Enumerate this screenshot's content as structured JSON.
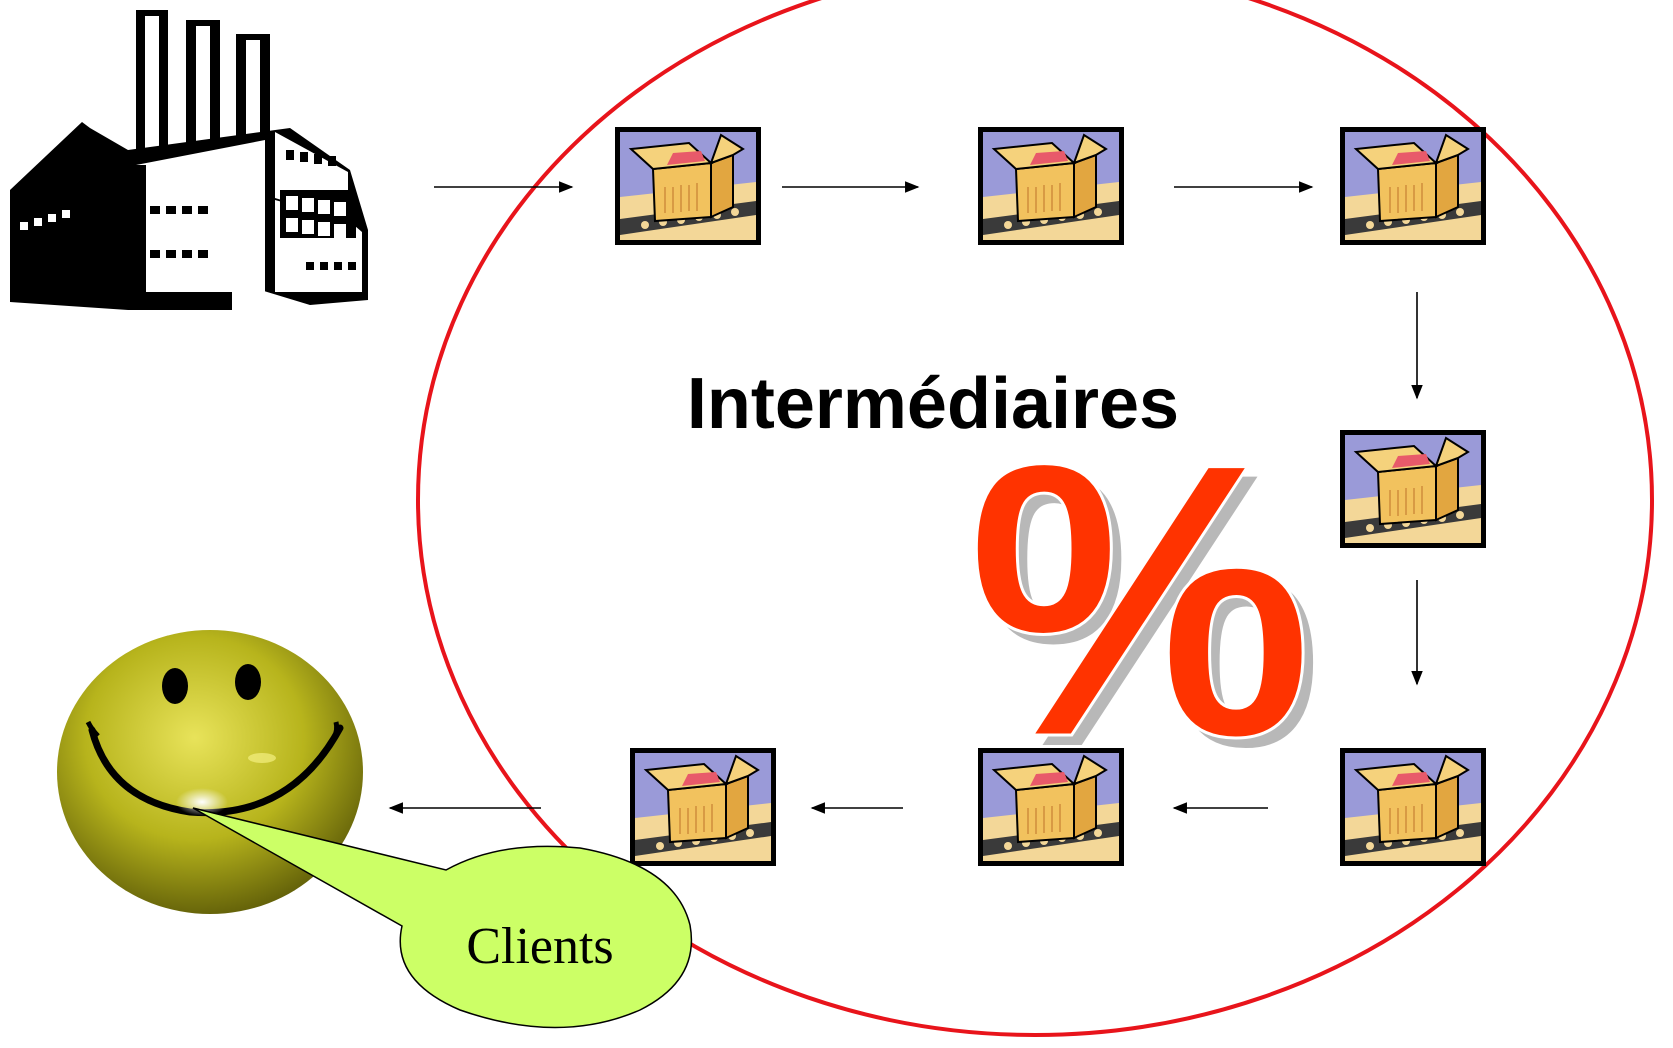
{
  "diagram": {
    "center_label": "Intermédiaires",
    "percent_symbol": "%",
    "callout_label": "Clients",
    "colors": {
      "ellipse_stroke": "#e8141b",
      "percent_fill": "#ff3300",
      "percent_shadow": "#b8b8b8",
      "callout_fill": "#ccff66",
      "smiley_fill": "#c8c420"
    },
    "nodes": [
      {
        "id": "factory",
        "icon": "factory-icon"
      },
      {
        "id": "box-1",
        "icon": "package-box-icon"
      },
      {
        "id": "box-2",
        "icon": "package-box-icon"
      },
      {
        "id": "box-3",
        "icon": "package-box-icon"
      },
      {
        "id": "box-4",
        "icon": "package-box-icon"
      },
      {
        "id": "box-5",
        "icon": "package-box-icon"
      },
      {
        "id": "box-6",
        "icon": "package-box-icon"
      },
      {
        "id": "box-7",
        "icon": "package-box-icon"
      },
      {
        "id": "client",
        "icon": "smiley-face-icon"
      }
    ],
    "edges": [
      {
        "from": "factory",
        "to": "box-1"
      },
      {
        "from": "box-1",
        "to": "box-2"
      },
      {
        "from": "box-2",
        "to": "box-3"
      },
      {
        "from": "box-3",
        "to": "box-4"
      },
      {
        "from": "box-4",
        "to": "box-5"
      },
      {
        "from": "box-5",
        "to": "box-6"
      },
      {
        "from": "box-6",
        "to": "box-7"
      },
      {
        "from": "box-7",
        "to": "client"
      }
    ]
  }
}
